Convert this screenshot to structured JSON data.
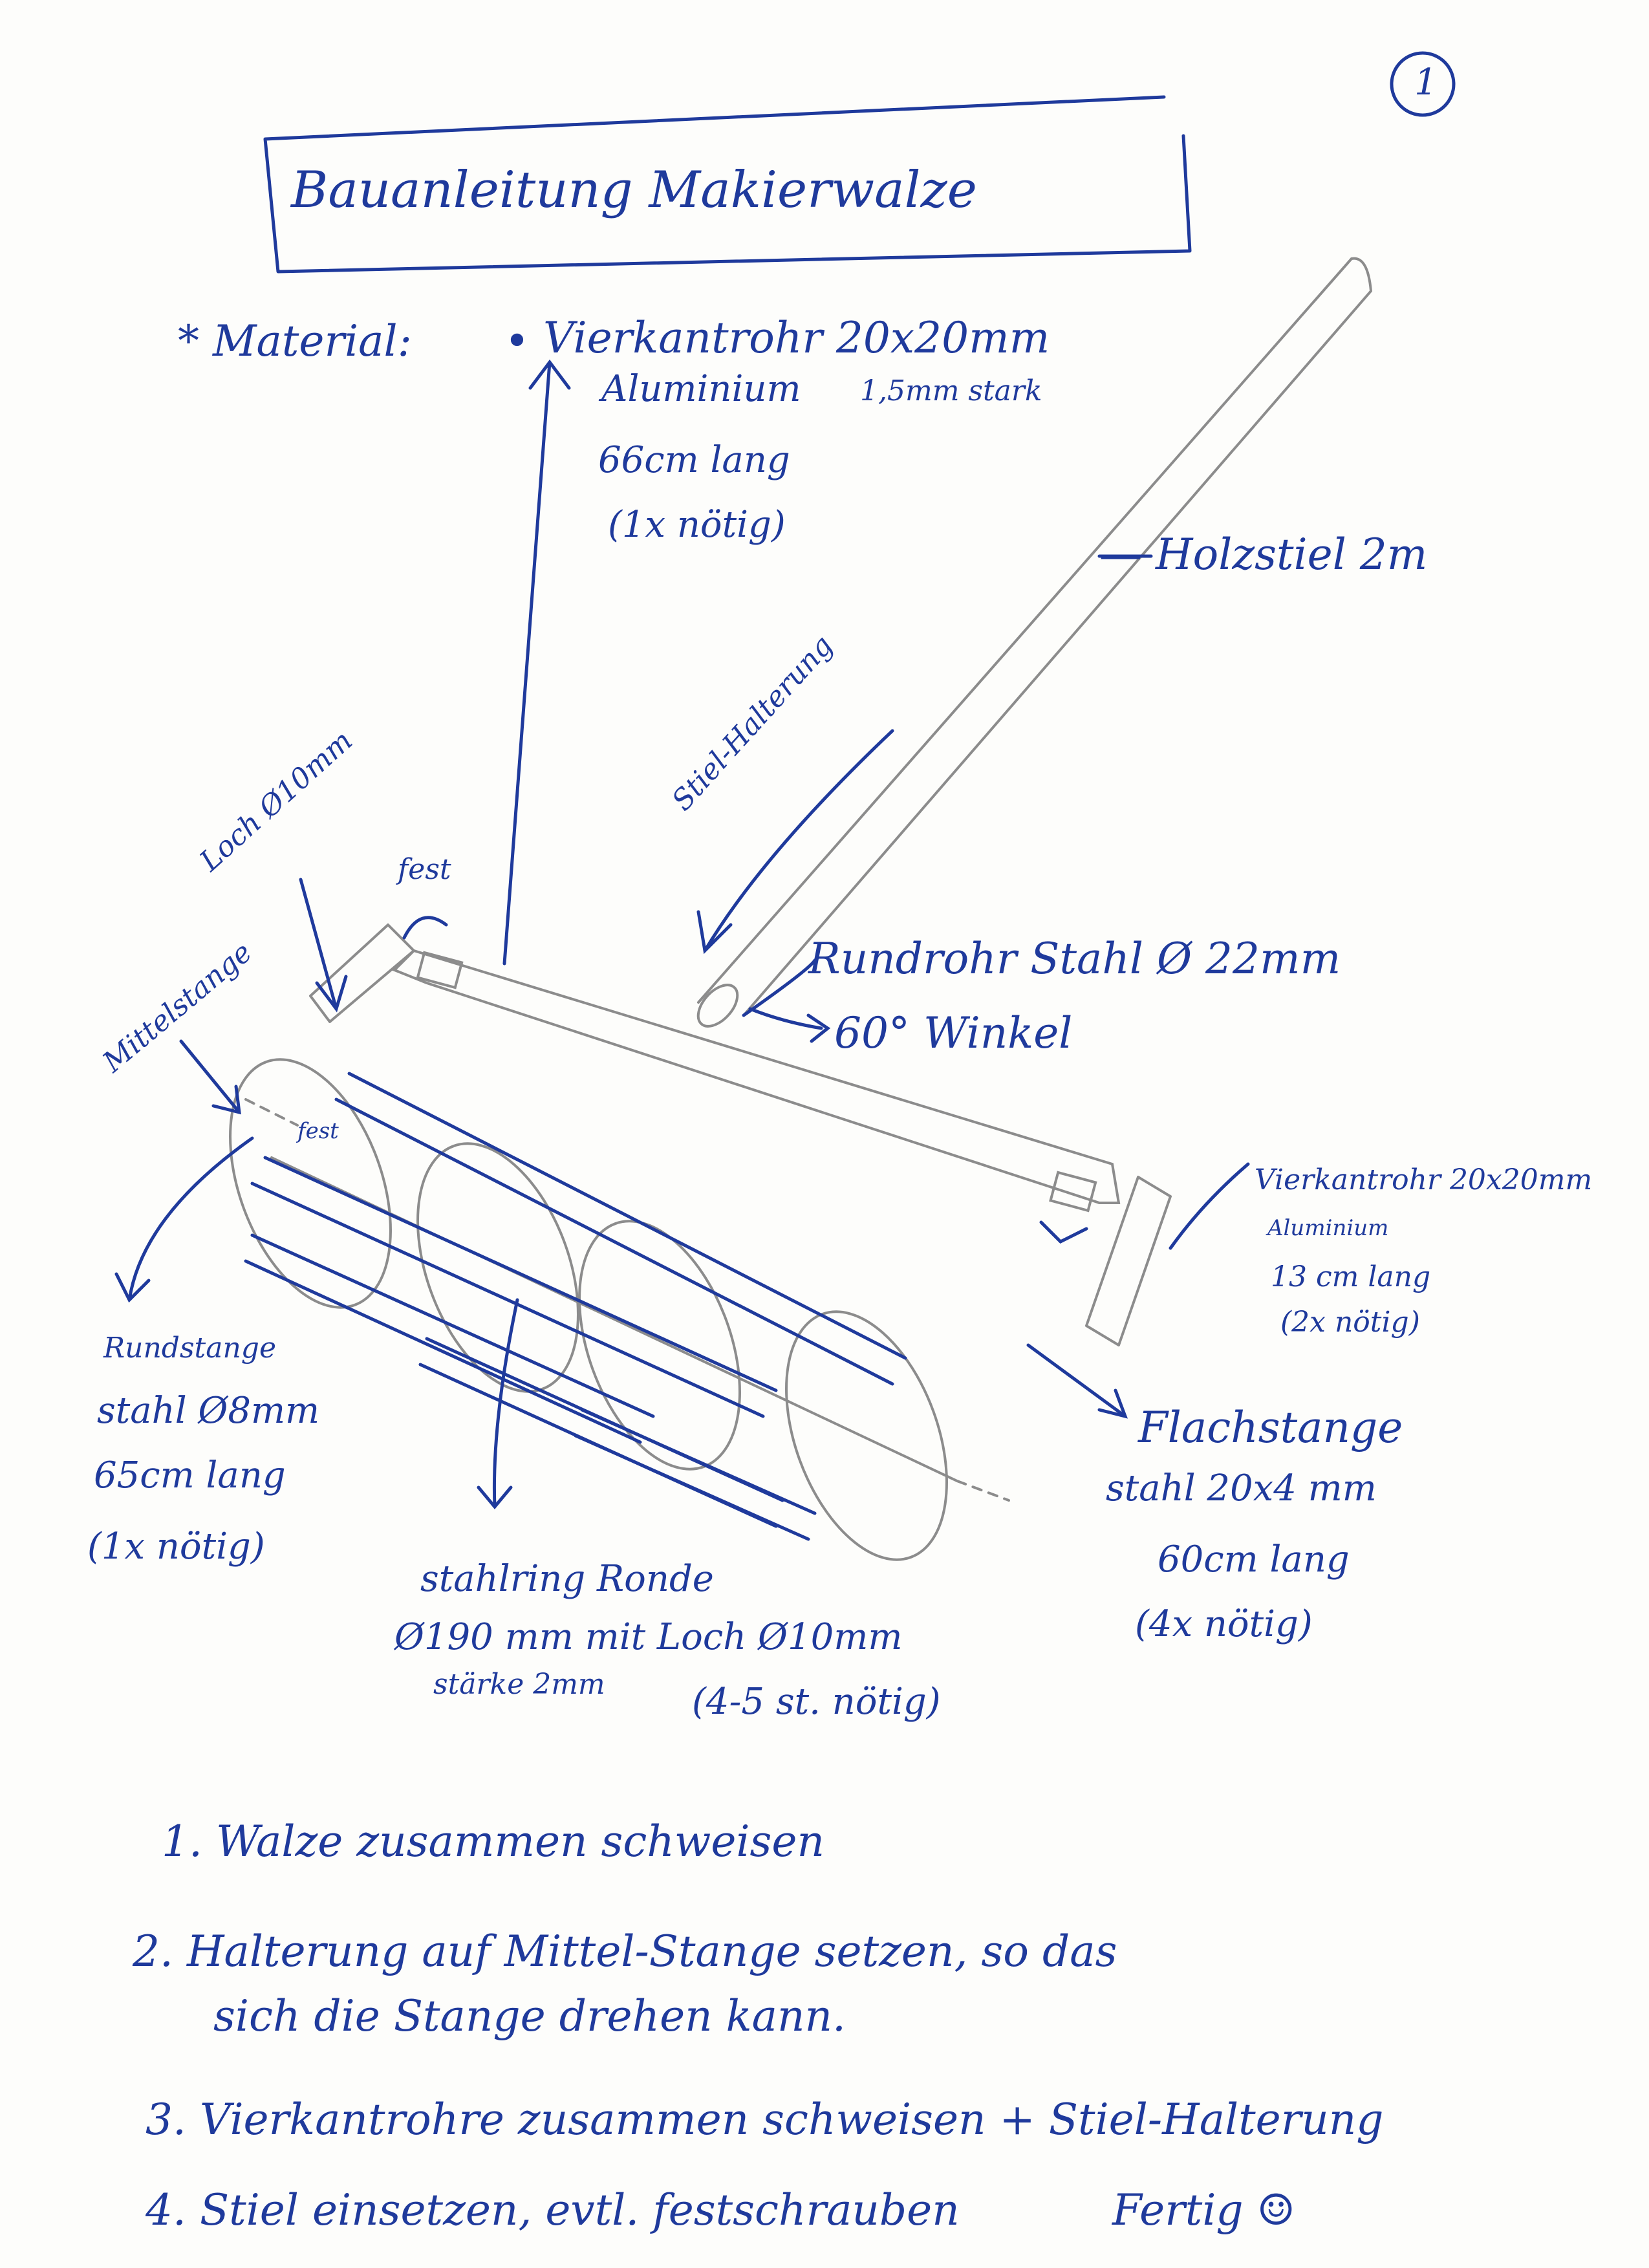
{
  "page_number": "1",
  "title": "Bauanleitung Makierwalze",
  "material": {
    "heading": "* Material:",
    "main_tube": {
      "bullet": "•",
      "lines": [
        "Vierkantrohr 20x20mm",
        "Aluminium",
        "1,5mm stark",
        "66cm lang",
        "(1x nötig)"
      ]
    }
  },
  "labels": {
    "holzstiel": "— Holzstiel 2m",
    "stiel_halterung": "Stiel-Halterung",
    "loch": "Loch Ø10mm",
    "fest_top": "fest",
    "fest_inner": "fest",
    "mittelstange": "Mittelstange",
    "rundrohr": "Rundrohr Stahl Ø 22mm",
    "winkel": "60° Winkel",
    "side_tube": [
      "Vierkantrohr 20x20mm",
      "Aluminium",
      "13 cm lang",
      "(2x nötig)"
    ],
    "rundstange": [
      "Rundstange",
      "stahl Ø8mm",
      "65cm lang",
      "(1x nötig)"
    ],
    "flachstange": [
      "Flachstange",
      "stahl 20x4 mm",
      "60cm lang",
      "(4x nötig)"
    ],
    "ronde": [
      "stahlring Ronde",
      "Ø190 mm mit Loch Ø10mm",
      "stärke 2mm",
      "(4-5 st. nötig)"
    ]
  },
  "steps": [
    "1. Walze zusammen schweisen",
    "2. Halterung auf Mittel-Stange setzen, so das",
    "sich die Stange drehen kann.",
    "3. Vierkantrohre zusammen schweisen + Stiel-Halterung",
    "4. Stiel einsetzen, evtl. festschrauben",
    "Fertig ☺"
  ],
  "colors": {
    "ink": "#1f3a9c",
    "pencil": "#8c8c8c",
    "paper": "#fdfdfb"
  }
}
